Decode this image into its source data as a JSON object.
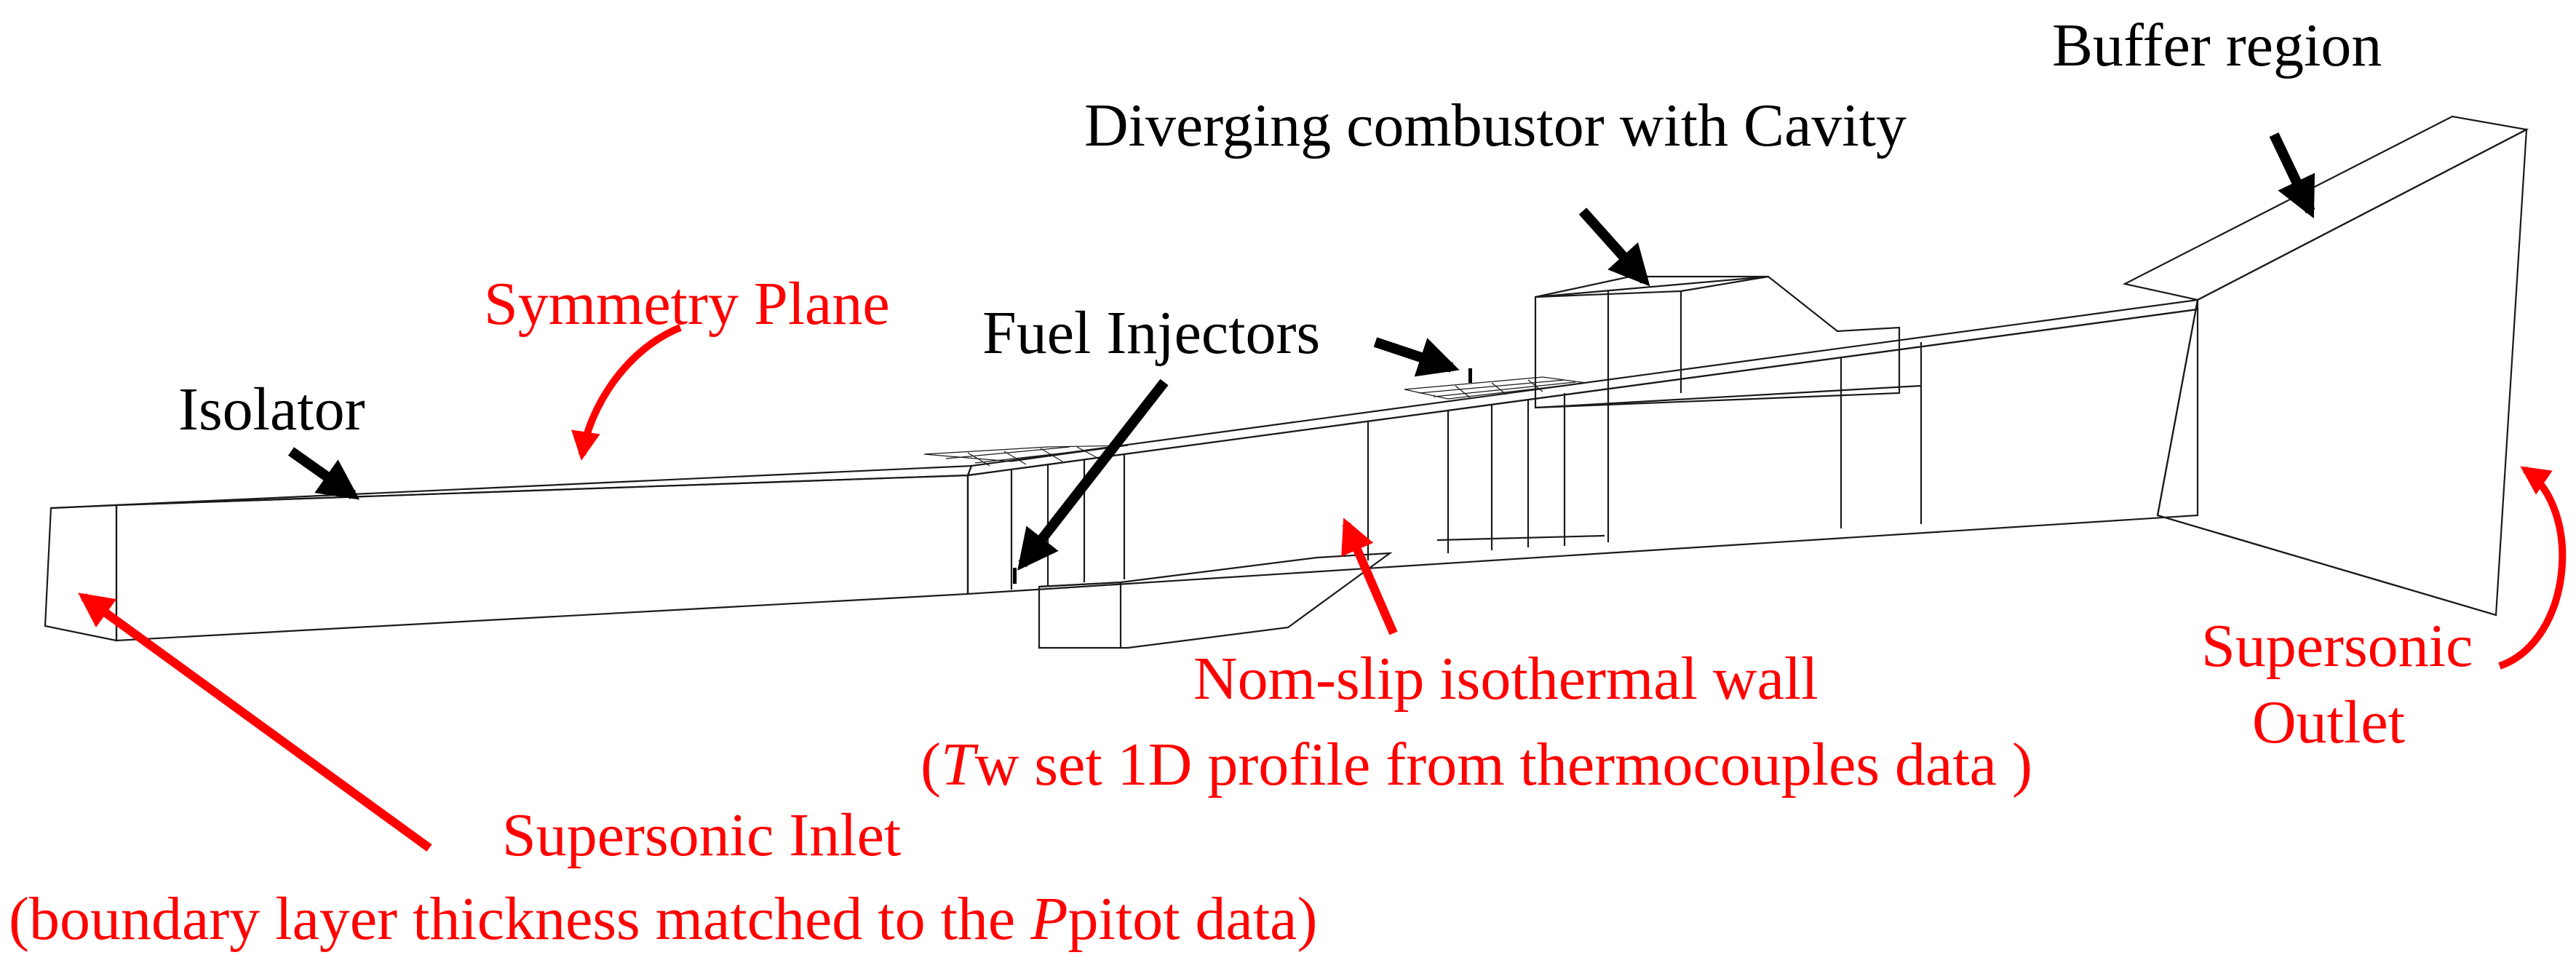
{
  "labels": {
    "buffer_region": "Buffer region",
    "diverging_combustor": "Diverging combustor with Cavity",
    "symmetry_plane": "Symmetry Plane",
    "fuel_injectors": "Fuel Injectors",
    "isolator": "Isolator",
    "wall_line1": "Nom-slip isothermal wall",
    "wall_line2_open": "(",
    "wall_line2_T": "T",
    "wall_line2_rest": "w set 1D profile from thermocouples data )",
    "inlet_line1": "Supersonic Inlet",
    "inlet_line2_pre": "(boundary layer thickness matched to the ",
    "inlet_line2_P": "P",
    "inlet_line2_post": "pitot data)",
    "outlet_line1": "Supersonic",
    "outlet_line2": "Outlet"
  },
  "colors": {
    "duct": "#00ffff",
    "buffer": "#0a0ad6",
    "buffer_top": "#1515e0",
    "inlet": "#ff7f00",
    "edge": "#1a1a1a",
    "black_label": "#000000",
    "red_label": "#ff0000"
  }
}
